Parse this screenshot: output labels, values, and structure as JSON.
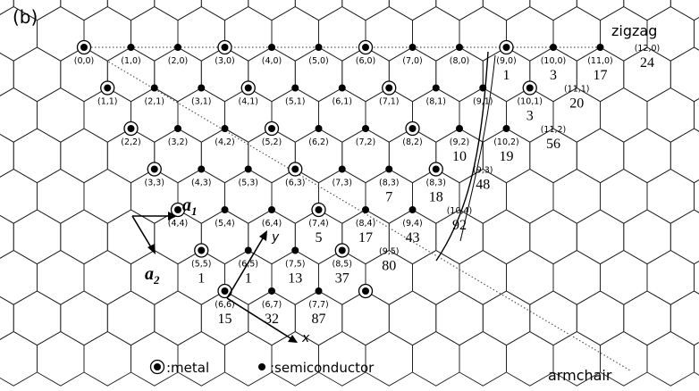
{
  "panel_label": "(b)",
  "zigzag_label": "zigzag",
  "armchair_label": "armchair",
  "vectors": {
    "a1": "a",
    "a1_sub": "1",
    "a2": "a",
    "a2_sub": "2",
    "x": "x",
    "y": "y"
  },
  "legend": {
    "metal_label": ":metal",
    "semiconductor_label": ":semiconductor"
  },
  "nodes": [
    {
      "nm": "(0,0)",
      "n": 0,
      "m": 0,
      "metal": true,
      "count": ""
    },
    {
      "nm": "(1,0)",
      "n": 1,
      "m": 0,
      "metal": false,
      "count": ""
    },
    {
      "nm": "(2,0)",
      "n": 2,
      "m": 0,
      "metal": false,
      "count": ""
    },
    {
      "nm": "(3,0)",
      "n": 3,
      "m": 0,
      "metal": true,
      "count": ""
    },
    {
      "nm": "(4,0)",
      "n": 4,
      "m": 0,
      "metal": false,
      "count": ""
    },
    {
      "nm": "(5,0)",
      "n": 5,
      "m": 0,
      "metal": false,
      "count": ""
    },
    {
      "nm": "(6,0)",
      "n": 6,
      "m": 0,
      "metal": true,
      "count": ""
    },
    {
      "nm": "(7,0)",
      "n": 7,
      "m": 0,
      "metal": false,
      "count": ""
    },
    {
      "nm": "(8,0)",
      "n": 8,
      "m": 0,
      "metal": false,
      "count": ""
    },
    {
      "nm": "(9,0)",
      "n": 9,
      "m": 0,
      "metal": true,
      "count": "1"
    },
    {
      "nm": "(10,0)",
      "n": 10,
      "m": 0,
      "metal": false,
      "count": "3"
    },
    {
      "nm": "(11,0)",
      "n": 11,
      "m": 0,
      "metal": false,
      "count": "17"
    },
    {
      "nm": "(12,0)",
      "n": 12,
      "m": 0,
      "metal": null,
      "count": "24"
    },
    {
      "nm": "(1,1)",
      "n": 1,
      "m": 1,
      "metal": true,
      "count": ""
    },
    {
      "nm": "(2,1)",
      "n": 2,
      "m": 1,
      "metal": false,
      "count": ""
    },
    {
      "nm": "(3,1)",
      "n": 3,
      "m": 1,
      "metal": false,
      "count": ""
    },
    {
      "nm": "(4,1)",
      "n": 4,
      "m": 1,
      "metal": true,
      "count": ""
    },
    {
      "nm": "(5,1)",
      "n": 5,
      "m": 1,
      "metal": false,
      "count": ""
    },
    {
      "nm": "(6,1)",
      "n": 6,
      "m": 1,
      "metal": false,
      "count": ""
    },
    {
      "nm": "(7,1)",
      "n": 7,
      "m": 1,
      "metal": true,
      "count": ""
    },
    {
      "nm": "(8,1)",
      "n": 8,
      "m": 1,
      "metal": false,
      "count": ""
    },
    {
      "nm": "(9,1)",
      "n": 9,
      "m": 1,
      "metal": false,
      "count": ""
    },
    {
      "nm": "(10,1)",
      "n": 10,
      "m": 1,
      "metal": true,
      "count": "3"
    },
    {
      "nm": "(11,1)",
      "n": 11,
      "m": 1,
      "metal": null,
      "count": "20"
    },
    {
      "nm": "(2,2)",
      "n": 2,
      "m": 2,
      "metal": true,
      "count": ""
    },
    {
      "nm": "(3,2)",
      "n": 3,
      "m": 2,
      "metal": false,
      "count": ""
    },
    {
      "nm": "(4,2)",
      "n": 4,
      "m": 2,
      "metal": false,
      "count": ""
    },
    {
      "nm": "(5,2)",
      "n": 5,
      "m": 2,
      "metal": true,
      "count": ""
    },
    {
      "nm": "(6,2)",
      "n": 6,
      "m": 2,
      "metal": false,
      "count": ""
    },
    {
      "nm": "(7,2)",
      "n": 7,
      "m": 2,
      "metal": false,
      "count": ""
    },
    {
      "nm": "(8,2)",
      "n": 8,
      "m": 2,
      "metal": true,
      "count": ""
    },
    {
      "nm": "(9,2)",
      "n": 9,
      "m": 2,
      "metal": false,
      "count": "10"
    },
    {
      "nm": "(10,2)",
      "n": 10,
      "m": 2,
      "metal": false,
      "count": "19"
    },
    {
      "nm": "(11,2)",
      "n": 11,
      "m": 2,
      "metal": null,
      "count": "56"
    },
    {
      "nm": "(3,3)",
      "n": 3,
      "m": 3,
      "metal": true,
      "count": ""
    },
    {
      "nm": "(4,3)",
      "n": 4,
      "m": 3,
      "metal": false,
      "count": ""
    },
    {
      "nm": "(5,3)",
      "n": 5,
      "m": 3,
      "metal": false,
      "count": ""
    },
    {
      "nm": "(6,3)",
      "n": 6,
      "m": 3,
      "metal": true,
      "count": ""
    },
    {
      "nm": "(7,3)",
      "n": 7,
      "m": 3,
      "metal": false,
      "count": ""
    },
    {
      "nm": "(8,3)",
      "n": 8,
      "m": 3,
      "metal": false,
      "count": "7"
    },
    {
      "nm": "(8,3)",
      "n": 9,
      "m": 3,
      "metal": true,
      "count": "18"
    },
    {
      "nm": "(9,3)",
      "n": 10,
      "m": 3,
      "metal": null,
      "count": "48"
    },
    {
      "nm": "(4,4)",
      "n": 4,
      "m": 4,
      "metal": true,
      "count": ""
    },
    {
      "nm": "(5,4)",
      "n": 5,
      "m": 4,
      "metal": false,
      "count": ""
    },
    {
      "nm": "(6,4)",
      "n": 6,
      "m": 4,
      "metal": false,
      "count": ""
    },
    {
      "nm": "(7,4)",
      "n": 7,
      "m": 4,
      "metal": true,
      "count": "5"
    },
    {
      "nm": "(8,4)",
      "n": 8,
      "m": 4,
      "metal": false,
      "count": "17"
    },
    {
      "nm": "(9,4)",
      "n": 9,
      "m": 4,
      "metal": false,
      "count": "43"
    },
    {
      "nm": "(10,4)",
      "n": 10,
      "m": 4,
      "metal": null,
      "count": "92"
    },
    {
      "nm": "(5,5)",
      "n": 5,
      "m": 5,
      "metal": true,
      "count": "1"
    },
    {
      "nm": "(6,5)",
      "n": 6,
      "m": 5,
      "metal": false,
      "count": "1"
    },
    {
      "nm": "(7,5)",
      "n": 7,
      "m": 5,
      "metal": false,
      "count": "13"
    },
    {
      "nm": "(8,5)",
      "n": 8,
      "m": 5,
      "metal": true,
      "count": "37"
    },
    {
      "nm": "(9,5)",
      "n": 9,
      "m": 5,
      "metal": null,
      "count": "80"
    },
    {
      "nm": "(6,6)",
      "n": 6,
      "m": 6,
      "metal": true,
      "count": "15"
    },
    {
      "nm": "(6,7)",
      "n": 7,
      "m": 6,
      "metal": false,
      "count": "32"
    },
    {
      "nm": "(7,7)",
      "n": 8,
      "m": 6,
      "metal": false,
      "count": "87"
    },
    {
      "nm": "",
      "n": 9,
      "m": 6,
      "metal": true,
      "count": ""
    }
  ]
}
